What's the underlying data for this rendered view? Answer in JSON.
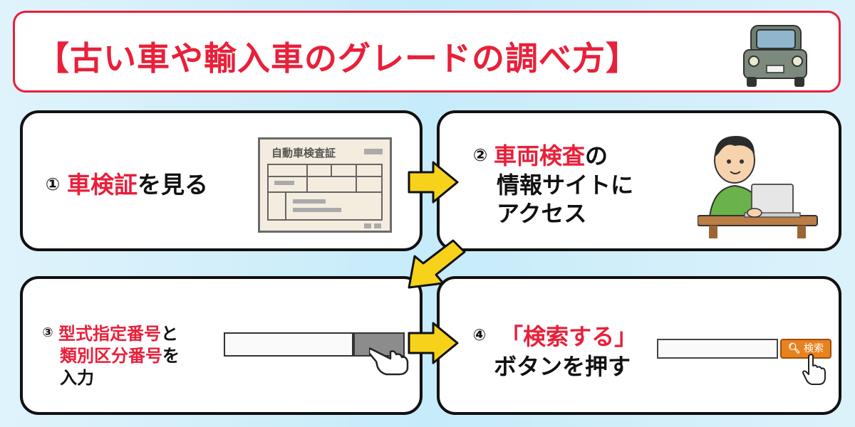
{
  "title": "【古い車や輸入車のグレードの調べ方】",
  "step1": {
    "num": "①",
    "highlight": "車検証",
    "rest": "を見る",
    "cert_title": "自動車検査証"
  },
  "step2": {
    "num": "②",
    "highlight": "車両検査",
    "line1_rest": "の",
    "line2": "情報サイトに",
    "line3": "アクセス"
  },
  "step3": {
    "num": "③",
    "line1_red": "型式指定番号",
    "line1_rest": "と",
    "line2_red": "類別区分番号",
    "line2_rest": "を",
    "line3": "入力"
  },
  "step4": {
    "num": "④",
    "line1": "「検索する」",
    "line2": "ボタンを押す",
    "search_button": "検索"
  },
  "colors": {
    "accent_red": "#e8203a",
    "arrow_yellow": "#f7d21a",
    "search_orange": "#e8821f"
  },
  "icons": [
    "car-icon",
    "certificate-icon",
    "person-laptop-icon",
    "pointing-hand-icon",
    "magnifier-icon",
    "arrow-right-icon",
    "arrow-down-left-icon"
  ]
}
